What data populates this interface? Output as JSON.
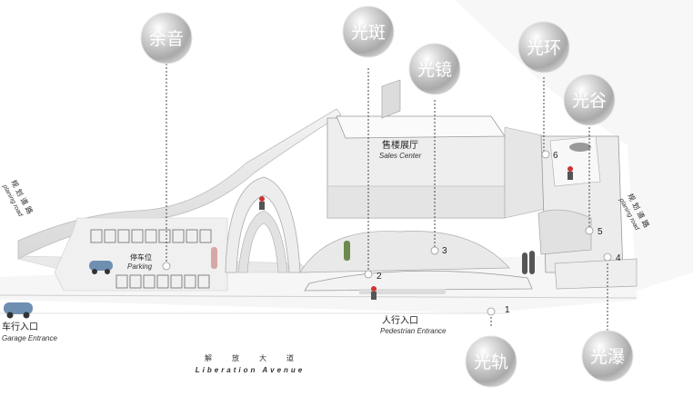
{
  "bubbles": [
    {
      "label": "余音"
    },
    {
      "label": "光斑"
    },
    {
      "label": "光镜"
    },
    {
      "label": "光环"
    },
    {
      "label": "光谷"
    },
    {
      "label": "光轨"
    },
    {
      "label": "光瀑"
    }
  ],
  "labels": {
    "sales_cn": "售楼展厅",
    "sales_en": "Sales Center",
    "parking_cn": "停车位",
    "parking_en": "Parking",
    "ped_cn": "人行入口",
    "ped_en": "Pedestrian Entrance",
    "garage_cn": "车行入口",
    "garage_en": "Garage Entrance",
    "avenue_cn": "解　　放　　大　　道",
    "avenue_en": "Liberation Avenue",
    "planning_cn": "规划道路",
    "planning_en": "planing road",
    "planning_cn_right": "规划道路",
    "planning_en_right": "planing road"
  },
  "markers": [
    "1",
    "2",
    "3",
    "4",
    "5",
    "6"
  ],
  "colors": {
    "bubble": "#b9b9b9",
    "building": "#f1f1f1",
    "line": "#444444"
  }
}
